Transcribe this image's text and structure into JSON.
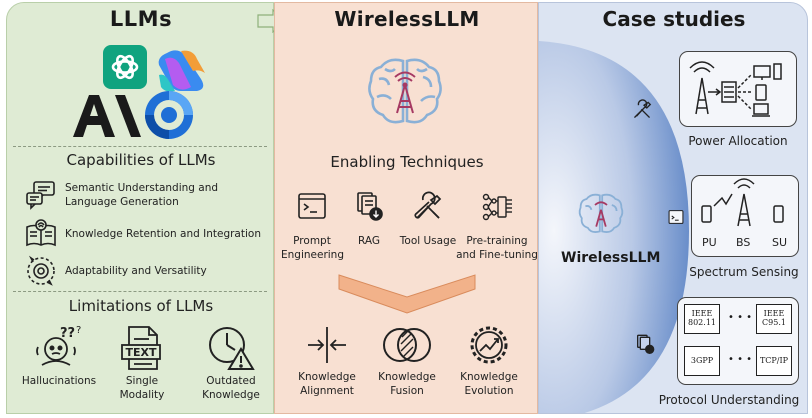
{
  "llm_panel": {
    "title": "LLMs",
    "capabilities_heading": "Capabilities of LLMs",
    "capabilities": [
      {
        "icon": "chat-bubbles-icon",
        "label": "Semantic Understanding and Language Generation"
      },
      {
        "icon": "book-brain-icon",
        "label": "Knowledge Retention and Integration"
      },
      {
        "icon": "adaptive-gear-icon",
        "label": "Adaptability and Versatility"
      }
    ],
    "limitations_heading": "Limitations of LLMs",
    "limitations": [
      {
        "icon": "confused-person-icon",
        "label_line1": "Hallucinations",
        "label_line2": ""
      },
      {
        "icon": "text-document-icon",
        "label_line1": "Single",
        "label_line2": "Modality",
        "doc_text": "TEXT"
      },
      {
        "icon": "clock-warning-icon",
        "label_line1": "Outdated",
        "label_line2": "Knowledge"
      }
    ]
  },
  "wireless_panel": {
    "title": "WirelessLLM",
    "enabling_heading": "Enabling Techniques",
    "techniques": [
      {
        "icon": "terminal-icon",
        "line1": "Prompt",
        "line2": "Engineering"
      },
      {
        "icon": "rag-documents-icon",
        "line1": "RAG",
        "line2": ""
      },
      {
        "icon": "tools-icon",
        "line1": "Tool Usage",
        "line2": ""
      },
      {
        "icon": "neural-chip-icon",
        "line1": "Pre-training",
        "line2": "and Fine-tuning"
      }
    ],
    "knowledge": [
      {
        "icon": "alignment-arrows-icon",
        "line1": "Knowledge",
        "line2": "Alignment"
      },
      {
        "icon": "fusion-circles-icon",
        "line1": "Knowledge",
        "line2": "Fusion"
      },
      {
        "icon": "evolution-gear-icon",
        "line1": "Knowledge",
        "line2": "Evolution"
      }
    ]
  },
  "case_panel": {
    "title": "Case studies",
    "center_label": "WirelessLLM",
    "cases": [
      {
        "label": "Power Allocation"
      },
      {
        "label": "Spectrum Sensing",
        "nodes": [
          "PU",
          "BS",
          "SU"
        ]
      },
      {
        "label": "Protocol Understanding",
        "docs": [
          "IEEE 802.11",
          "IEEE C95.1",
          "3GPP",
          "TCP/IP"
        ],
        "ellipsis": "• • •"
      }
    ]
  },
  "colors": {
    "llm_bg": "#dfebd4",
    "wireless_bg": "#f8e0d2",
    "case_bg": "#dce4f2",
    "chatgpt_green": "#10a37f",
    "accent_orange": "#f2b28a"
  }
}
